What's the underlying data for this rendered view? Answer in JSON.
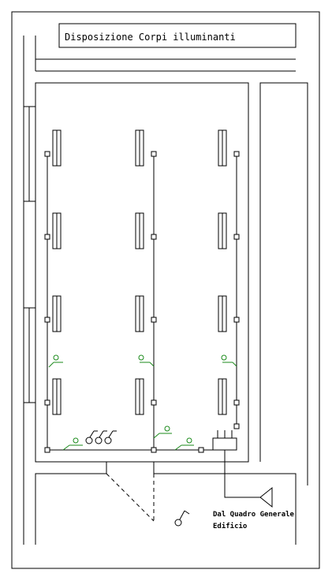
{
  "title": "Disposizione Corpi illuminanti",
  "feed_label_line1": "Dal Quadro Generale",
  "feed_label_line2": "Edificio",
  "colors": {
    "lines": "#000000",
    "switches": "#1a8a1a",
    "background": "#ffffff"
  },
  "icons": {
    "luminaire": "fluorescent-tube-icon",
    "junction": "junction-box-icon",
    "switch": "light-switch-icon",
    "socket": "socket-outlet-icon",
    "panel": "distribution-panel-icon",
    "feed": "feed-arrow-icon",
    "door": "door-swing-icon"
  }
}
